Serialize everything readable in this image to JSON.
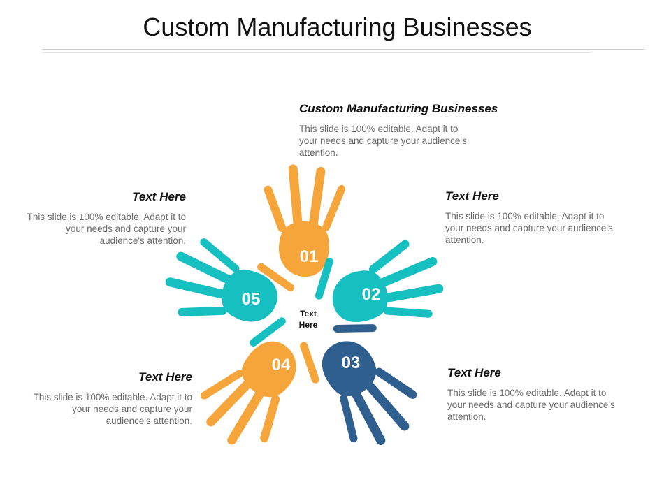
{
  "title": "Custom Manufacturing Businesses",
  "center_label": [
    "Text",
    "Here"
  ],
  "colors": {
    "orange": "#F6A53A",
    "teal": "#16C0C0",
    "navy": "#2F5F8E"
  },
  "items": [
    {
      "number": "01",
      "color": "#F6A53A",
      "heading": "Custom Manufacturing Businesses",
      "text": "This slide is 100% editable. Adapt it to your needs and capture your audience's attention."
    },
    {
      "number": "02",
      "color": "#16C0C0",
      "heading": "Text Here",
      "text": "This slide is 100% editable. Adapt it to your needs and capture your audience's attention."
    },
    {
      "number": "03",
      "color": "#2F5F8E",
      "heading": "Text Here",
      "text": "This slide is 100% editable. Adapt it to your needs and capture your audience's attention."
    },
    {
      "number": "04",
      "color": "#F6A53A",
      "heading": "Text Here",
      "text": "This slide is 100% editable. Adapt it to your needs and capture your audience's attention."
    },
    {
      "number": "05",
      "color": "#16C0C0",
      "heading": "Text Here",
      "text": "This slide is 100% editable. Adapt it to your needs and capture your audience's attention."
    }
  ]
}
